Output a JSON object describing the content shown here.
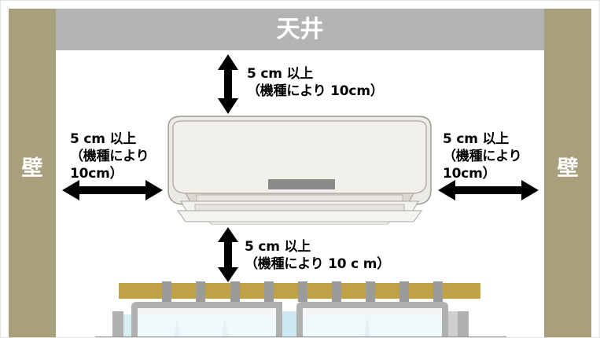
{
  "diagram": {
    "title_purpose": "air-conditioner-installation-clearance",
    "room": {
      "ceiling": {
        "label": "天井",
        "color": "#b4b4b4",
        "text_color": "#ffffff"
      },
      "wall_left": {
        "label": "壁",
        "color": "#a89f7c",
        "text_color": "#ffffff"
      },
      "wall_right": {
        "label": "壁",
        "color": "#a89f7c",
        "text_color": "#ffffff"
      },
      "background": "#ffffff"
    },
    "clearances": [
      {
        "id": "top",
        "line1": "5 cm 以上",
        "line2": "（機種により 10cm）",
        "text": "5 cm 以上\n（機種により 10cm）",
        "arrow": "vertical-double-arrow"
      },
      {
        "id": "left",
        "line1": "5 cm 以上",
        "line2": "（機種により",
        "line3": "10cm）",
        "text": "5 cm 以上\n（機種により\n10cm）",
        "arrow": "horizontal-double-arrow"
      },
      {
        "id": "right",
        "line1": "5 cm 以上",
        "line2": "（機種により",
        "line3": "10cm）",
        "text": "5 cm 以上\n（機種により\n10cm）",
        "arrow": "horizontal-double-arrow"
      },
      {
        "id": "bottom",
        "line1": "5 cm 以上",
        "line2": "（機種により 10 c m）",
        "text": "5 cm 以上\n（機種により 10 c m）",
        "arrow": "vertical-double-arrow"
      }
    ],
    "air_conditioner": {
      "body_color": "#f0efe9",
      "outline_color": "#8c8880",
      "vent_color": "#8a8a8a",
      "louver_color": "#e8e6e0"
    },
    "window": {
      "curtain_rail_color": "#c0a246",
      "bracket_color": "#9b9b9b",
      "sash_color": "#b0b0b0",
      "glass_color": "#f2fbfd",
      "floor_line_color": "#9b9b9b"
    }
  }
}
